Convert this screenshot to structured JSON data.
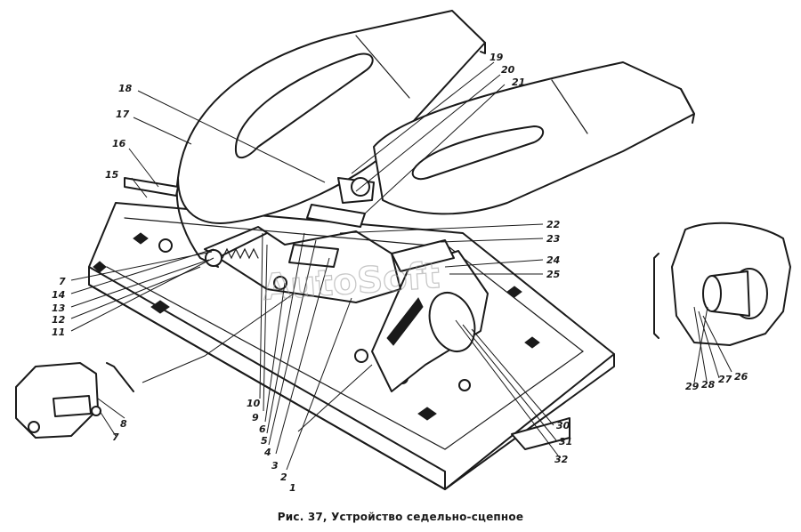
{
  "caption": "Рис. 37, Устройство седельно-сцепное",
  "watermark": "AutoSoft",
  "callouts": [
    {
      "label": "1"
    },
    {
      "label": "2"
    },
    {
      "label": "3"
    },
    {
      "label": "4"
    },
    {
      "label": "5"
    },
    {
      "label": "6"
    },
    {
      "label": "9"
    },
    {
      "label": "10"
    },
    {
      "label": "11"
    },
    {
      "label": "12"
    },
    {
      "label": "13"
    },
    {
      "label": "14"
    },
    {
      "label": "7"
    },
    {
      "label": "15"
    },
    {
      "label": "16"
    },
    {
      "label": "17"
    },
    {
      "label": "18"
    },
    {
      "label": "19"
    },
    {
      "label": "20"
    },
    {
      "label": "21"
    },
    {
      "label": "22"
    },
    {
      "label": "23"
    },
    {
      "label": "24"
    },
    {
      "label": "25"
    },
    {
      "label": "30"
    },
    {
      "label": "31"
    },
    {
      "label": "32"
    },
    {
      "label": "26"
    },
    {
      "label": "27"
    },
    {
      "label": "28"
    },
    {
      "label": "29"
    },
    {
      "label": "8"
    },
    {
      "label": "7"
    }
  ]
}
